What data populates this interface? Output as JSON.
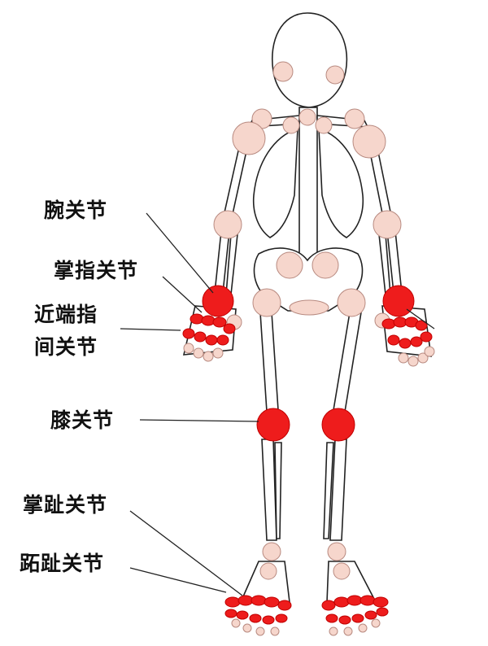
{
  "labels": {
    "wrist": "腕关节",
    "mcp": "掌指关节",
    "pip_line1": "近端指",
    "pip_line2": "间关节",
    "knee": "膝关节",
    "mtp": "掌趾关节",
    "toe_ip": "跖趾关节"
  },
  "colors": {
    "affected_joint": "#ee1c1c",
    "normal_joint": "#f6d6cc",
    "bone_outline": "#222222"
  }
}
